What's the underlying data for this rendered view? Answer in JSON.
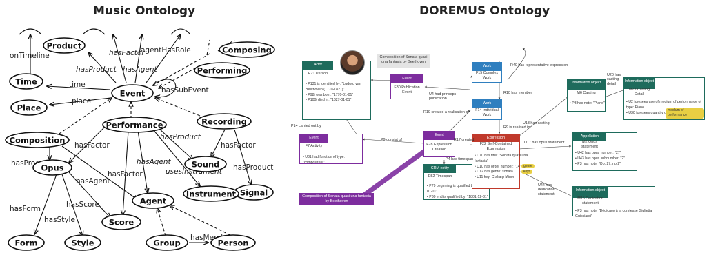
{
  "titles": {
    "left": "Music Ontology",
    "right": "DOREMUS Ontology"
  },
  "mo": {
    "nodes": [
      "Product",
      "Time",
      "Place",
      "Event",
      "Composing",
      "Performing",
      "Performance",
      "Recording",
      "Composition",
      "Sound",
      "Signal",
      "Opus",
      "Agent",
      "Instrument",
      "Score",
      "Form",
      "Style",
      "Group",
      "Person"
    ],
    "edges": [
      "onTimeline",
      "hasFactor",
      "agentHasRole",
      "hasProduct",
      "hasAgent",
      "time",
      "place",
      "hasSubEvent",
      "hasFactor",
      "hasProduct",
      "hasFactor",
      "hasProduct",
      "hasAgent",
      "hasFactor",
      "hasProduct",
      "usesInstrument",
      "hasAgent",
      "hasScore",
      "hasForm",
      "hasStyle",
      "hasMember"
    ]
  },
  "dor": {
    "callout_top": "Composition of Sonata quasi una fantasia by Beethoven",
    "callout_bottom": "Composition of Sonata quasi una fantasia by Beethoven",
    "actor": {
      "head": "Actor",
      "body": "E21 Person",
      "props": [
        "P131 is identified by: \"Ludwig van Beethoven (1770-1827)\"",
        "P98i was born: \"1770-01-01\"",
        "P100i died in: \"1827-01-01\""
      ]
    },
    "pub_event": {
      "head": "Event",
      "body": "F30 Publication Event"
    },
    "activity": {
      "head": "Event",
      "body": "F7 Activity",
      "props": [
        "U31 had function of type: \"compositeur\""
      ]
    },
    "creation": {
      "head": "Event",
      "body": "F28 Expression Creation"
    },
    "timespan": {
      "head": "CRM entity",
      "body": "E52 Timespan",
      "props": [
        "P79 beginning is qualified by: \"1801-01-01\"",
        "P80 end is qualified by: \"1801-12-31\""
      ]
    },
    "work": {
      "head": "Work",
      "body": "F15 Complex Work"
    },
    "indiv_work": {
      "head": "Work",
      "body": "F14 Individual Work"
    },
    "expression": {
      "head": "Expression",
      "body": "F22 Self-Contained Expression",
      "props": [
        "U70 has title: \"Sonata quasi una fantasia\"",
        "U10 has order number: \"14\"",
        "U12 has genre: sonata",
        "U11 key: C sharp Minor"
      ],
      "tags": [
        "genre",
        "keys"
      ]
    },
    "casting": {
      "head": "Information object",
      "body": "M6 Casting",
      "props": [
        "P3 has note: \"Piano\""
      ]
    },
    "casting_detail": {
      "head": "Information object",
      "body": "M23 Casting Detail",
      "props": [
        "U2 foresees use of medium of performance of type: Piano",
        "U30 foresees quantity of mop : 1"
      ],
      "tag": "medium of performance"
    },
    "opus": {
      "head": "Appellation",
      "body": "M2 Opus statement",
      "props": [
        "U42 has opus number: \"27\"",
        "U43 has opus subnumber: \"2\"",
        "P3 has note: \"Op. 27, no 2\""
      ]
    },
    "dedication": {
      "head": "Information object",
      "body": "M15 Dedication statement",
      "props": [
        "P3 has note: \"Dédicace à la comtesse Giulietta Guicciardi\""
      ]
    },
    "labels": {
      "r40": "R40 has representative expression",
      "u4": "U4 had princeps publication",
      "r10": "R10 has member",
      "r19": "R19 created a realisation of",
      "r9": "R9 is realised in",
      "p14": "P14 carried out by",
      "p9": "P9 consist of",
      "r17": "R17 created",
      "p4": "P4 has timespan",
      "u13": "U13 has casting",
      "u20": "U20 has casting detail",
      "u17": "U17 has opus statement",
      "u44": "U44 has dedication statement"
    }
  }
}
